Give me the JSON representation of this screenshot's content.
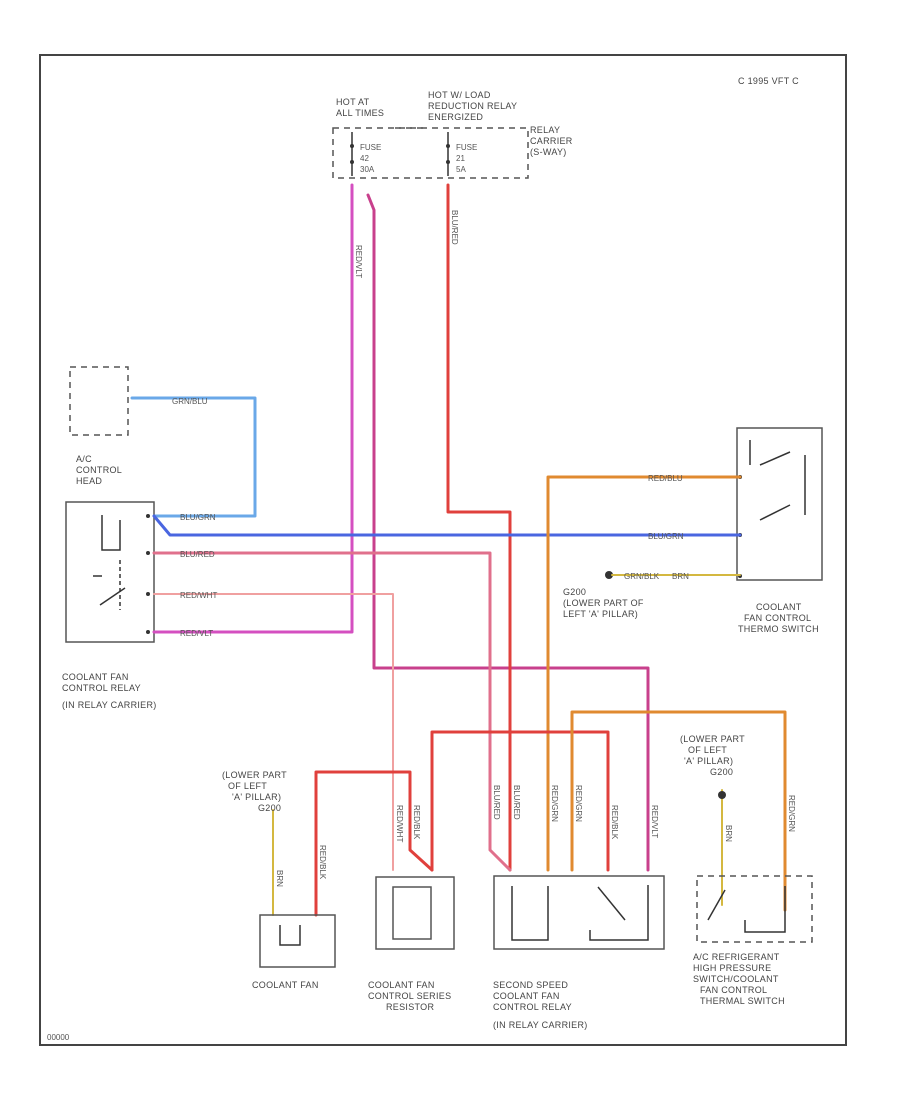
{
  "copyright": "C 1995 VFT C",
  "diagram_id": "00000",
  "components": {
    "hot_at_all_times": [
      "HOT AT",
      "ALL TIMES"
    ],
    "hot_in_load_relay": [
      "HOT W/ LOAD",
      "REDUCTION RELAY",
      "ENERGIZED"
    ],
    "relay_carrier": [
      "RELAY",
      "CARRIER",
      "(S-WAY)"
    ],
    "fuse_42": [
      "FUSE",
      "42",
      "30A"
    ],
    "fuse_21": [
      "FUSE",
      "21",
      "5A"
    ],
    "ac_control_head": [
      "A/C",
      "CONTROL",
      "HEAD"
    ],
    "coolant_fan_control_relay": [
      "COOLANT FAN",
      "CONTROL RELAY",
      "(IN RELAY CARRIER)"
    ],
    "ground_g200": [
      "G200",
      "(LOWER PART OF",
      "LEFT 'A' PILLAR)"
    ],
    "coolant_fan_thermo_switch": [
      "COOLANT",
      "FAN CONTROL",
      "THERMO SWITCH"
    ],
    "ground_left_pillar": [
      "(LOWER PART",
      "OF LEFT",
      "'A' PILLAR)",
      "G200"
    ],
    "ground_right_pillar": [
      "(LOWER PART",
      "OF LEFT",
      "'A' PILLAR)",
      "G200"
    ],
    "coolant_fan": [
      "COOLANT FAN"
    ],
    "series_resistor": [
      "COOLANT FAN",
      "CONTROL SERIES",
      "RESISTOR"
    ],
    "second_speed_relay": [
      "SECOND SPEED",
      "COOLANT FAN",
      "CONTROL RELAY",
      "(IN RELAY CARRIER)"
    ],
    "ac_pressure_switch": [
      "A/C REFRIGERANT",
      "HIGH PRESSURE",
      "SWITCH/COOLANT",
      "FAN CONTROL",
      "THERMAL SWITCH"
    ]
  },
  "wire_labels": {
    "top_pink": "RED/VLT",
    "top_red": "RED/VLT",
    "top_fuse21": "BLU/RED",
    "grn_blu": "GRN/BLU",
    "blu_grn_1": "BLU/GRN",
    "blu_grn_2": "BLU/GRN",
    "blu_red": "BLU/RED",
    "red_wht": "RED/WHT",
    "red_blu": "RED/BLU",
    "red_grn": "RED/GRN",
    "grn_blk": "GRN/BLK",
    "brn": "BRN",
    "v_left1": "BRN",
    "v_left2": "RED/BLK",
    "v_res1": "RED/WHT",
    "v_res2": "RED/BLK",
    "v_ss1": "BLU/RED",
    "v_ss2": "BLU/RED",
    "v_ss3": "RED/GRN",
    "v_ss4": "RED/GRN",
    "v_ss5": "RED/BLK",
    "v_ss6": "RED/VLT",
    "v_right1": "BRN",
    "v_right2": "RED/GRN"
  },
  "colors": {
    "pink": "#d44fc0",
    "red": "#e0403c",
    "pale_red": "#f0a0a0",
    "blue": "#4a66e0",
    "light_blue": "#6aa8e8",
    "orange": "#e08a30",
    "yellow": "#d4b840",
    "magenta": "#c8408c"
  }
}
